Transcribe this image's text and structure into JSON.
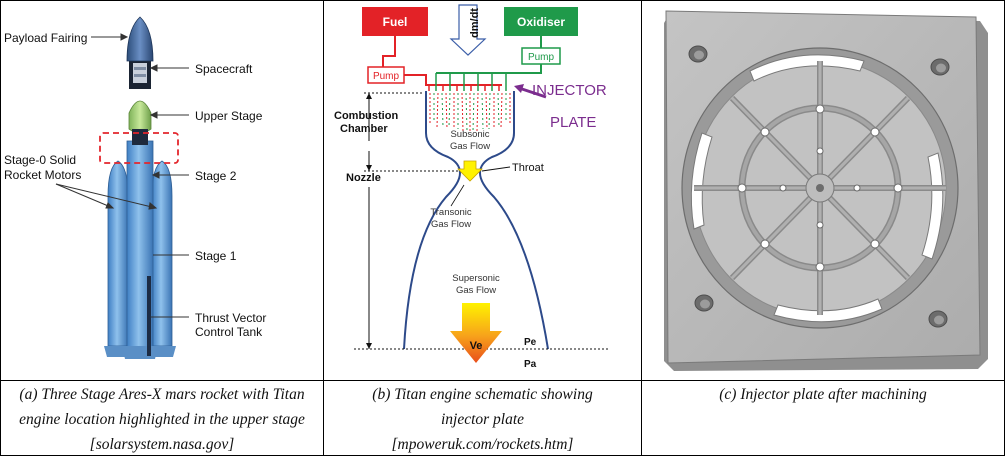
{
  "panel_a": {
    "labels": {
      "payload_fairing": "Payload Fairing",
      "spacecraft": "Spacecraft",
      "upper_stage": "Upper Stage",
      "stage0_line1": "Stage-0 Solid",
      "stage0_line2": "Rocket Motors",
      "stage2": "Stage 2",
      "stage1": "Stage 1",
      "tvc_line1": "Thrust Vector",
      "tvc_line2": "Control Tank"
    },
    "caption_lines": [
      "(a) Three Stage Ares-X mars rocket with Titan",
      "engine location highlighted in the upper stage",
      "[solarsystem.nasa.gov]"
    ]
  },
  "panel_b": {
    "labels": {
      "fuel": "Fuel",
      "oxidiser": "Oxidiser",
      "dmdt": "dm/dt",
      "pump_left": "Pump",
      "pump_right": "Pump",
      "injector_line1": "INJECTOR",
      "injector_line2": "PLATE",
      "combustion_line1": "Combustion",
      "combustion_line2": "Chamber",
      "subsonic_line1": "Subsonic",
      "subsonic_line2": "Gas Flow",
      "throat": "Throat",
      "nozzle": "Nozzle",
      "transonic_line1": "Transonic",
      "transonic_line2": "Gas Flow",
      "supersonic_line1": "Supersonic",
      "supersonic_line2": "Gas Flow",
      "ve": "Ve",
      "pe": "Pe",
      "pa": "Pa"
    },
    "caption_lines": [
      "(b) Titan engine schematic showing",
      "injector plate",
      "[mpoweruk.com/rockets.htm]"
    ]
  },
  "panel_c": {
    "caption_lines": [
      "(c) Injector plate after machining"
    ]
  },
  "colors": {
    "fuel_red": "#e32227",
    "oxidiser_green": "#1f9a4a",
    "injector_purple": "#7b2d8e",
    "rocket_blue": "#6fa8dc",
    "plate_gray": "#b9b9b9"
  }
}
